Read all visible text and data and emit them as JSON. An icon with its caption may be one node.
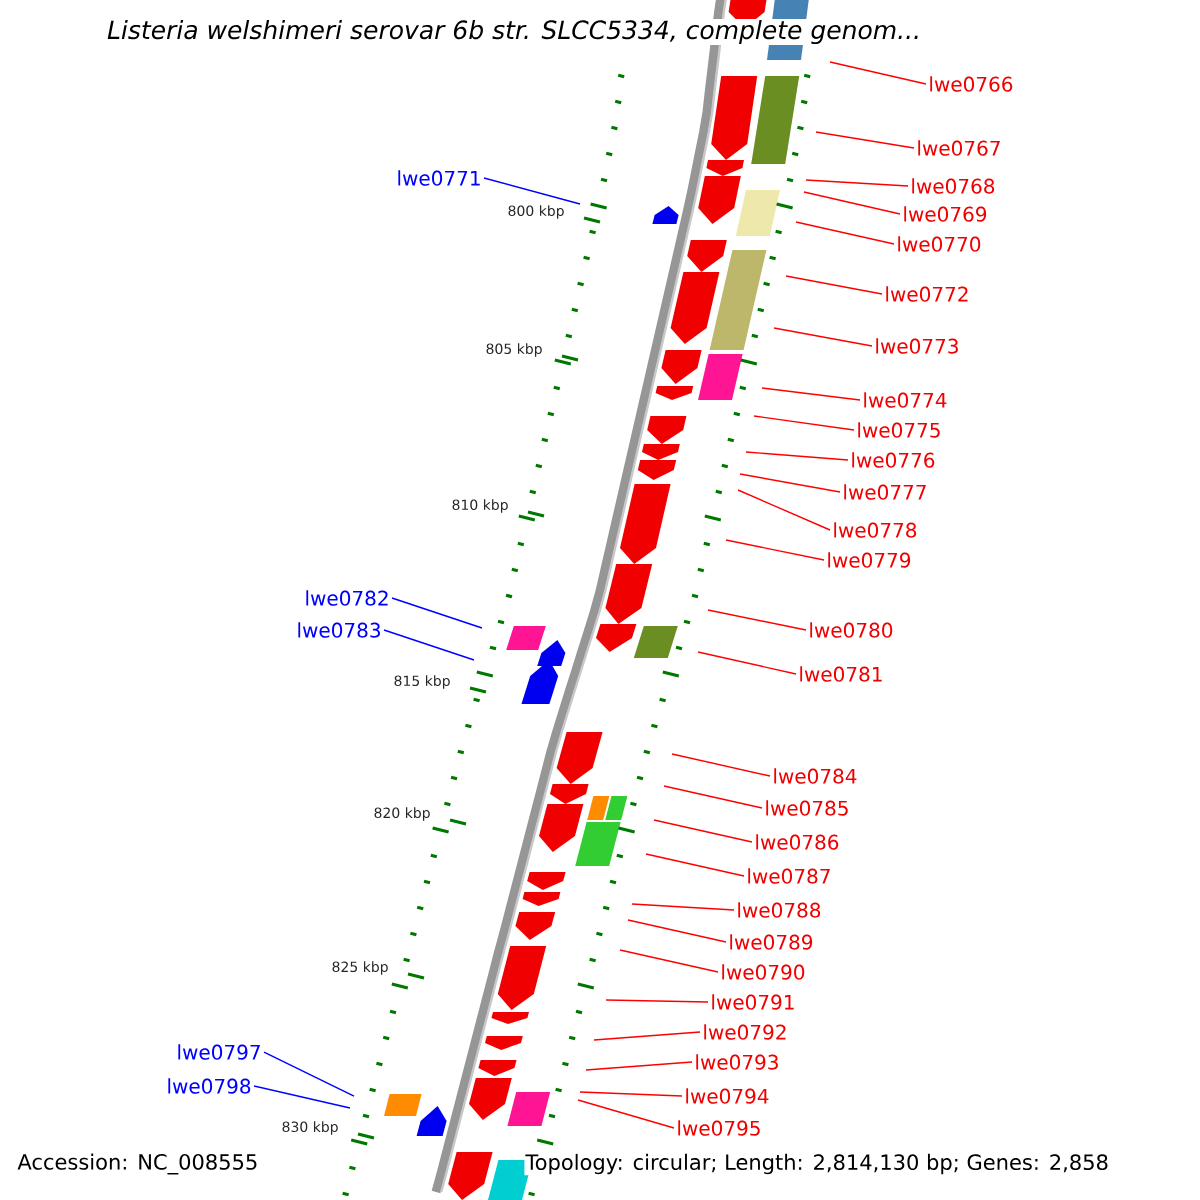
{
  "diagram": {
    "title": "Listeria welshimeri serovar 6b str. SLCC5334, complete genom...",
    "nodes": [
      {
        "text": [
          "lwe0766"
        ]
      },
      {
        "text": [
          "lwe0767"
        ]
      },
      {
        "text": [
          "lwe0771"
        ]
      },
      {
        "text": [
          "lwe0768"
        ]
      },
      {
        "text": [
          "lwe0769"
        ]
      },
      {
        "text": [
          "lwe0770"
        ]
      },
      {
        "text": [
          "lwe0772"
        ]
      },
      {
        "text": [
          "lwe0773"
        ]
      },
      {
        "text": [
          "lwe0774"
        ]
      },
      {
        "text": [
          "lwe0775"
        ]
      },
      {
        "text": [
          "lwe0776"
        ]
      },
      {
        "text": [
          "lwe0777"
        ]
      },
      {
        "text": [
          "lwe0778"
        ]
      },
      {
        "text": [
          "lwe0779"
        ]
      },
      {
        "text": [
          "lwe0782"
        ]
      },
      {
        "text": [
          "lwe0783"
        ]
      },
      {
        "text": [
          "lwe0780"
        ]
      },
      {
        "text": [
          "lwe0781"
        ]
      },
      {
        "text": [
          "lwe0784"
        ]
      },
      {
        "text": [
          "lwe0785"
        ]
      },
      {
        "text": [
          "lwe0786"
        ]
      },
      {
        "text": [
          "lwe0787"
        ]
      },
      {
        "text": [
          "lwe0788"
        ]
      },
      {
        "text": [
          "lwe0789"
        ]
      },
      {
        "text": [
          "lwe0790"
        ]
      },
      {
        "text": [
          "lwe0791"
        ]
      },
      {
        "text": [
          "lwe0792"
        ]
      },
      {
        "text": [
          "lwe0797"
        ]
      },
      {
        "text": [
          "lwe0793"
        ]
      },
      {
        "text": [
          "lwe0798"
        ]
      },
      {
        "text": [
          "lwe0794"
        ]
      },
      {
        "text": [
          "lwe0795"
        ]
      }
    ],
    "edges": [
      {
        "from": 0,
        "to": null,
        "arrow": "none"
      },
      {
        "from": 1,
        "to": null,
        "arrow": "none"
      },
      {
        "from": 2,
        "to": null,
        "arrow": "none",
        "color": "#0000ff"
      },
      {
        "from": 3,
        "to": null,
        "arrow": "none"
      },
      {
        "from": 4,
        "to": null,
        "arrow": "none"
      },
      {
        "from": 5,
        "to": null,
        "arrow": "none"
      },
      {
        "from": 6,
        "to": null,
        "arrow": "none"
      },
      {
        "from": 7,
        "to": null,
        "arrow": "none"
      },
      {
        "from": 8,
        "to": null,
        "arrow": "none"
      },
      {
        "from": 9,
        "to": null,
        "arrow": "none"
      },
      {
        "from": 10,
        "to": null,
        "arrow": "none"
      },
      {
        "from": 11,
        "to": null,
        "arrow": "none"
      },
      {
        "from": 12,
        "to": null,
        "arrow": "none"
      },
      {
        "from": 13,
        "to": null,
        "arrow": "none"
      },
      {
        "from": 14,
        "to": null,
        "arrow": "none",
        "color": "#0000ff"
      },
      {
        "from": 15,
        "to": null,
        "arrow": "none",
        "color": "#0000ff"
      },
      {
        "from": 16,
        "to": null,
        "arrow": "none"
      },
      {
        "from": 17,
        "to": null,
        "arrow": "none"
      },
      {
        "from": 18,
        "to": null,
        "arrow": "none"
      },
      {
        "from": 19,
        "to": null,
        "arrow": "none"
      },
      {
        "from": 20,
        "to": null,
        "arrow": "none"
      },
      {
        "from": 21,
        "to": null,
        "arrow": "none"
      },
      {
        "from": 22,
        "to": null,
        "arrow": "none"
      },
      {
        "from": 23,
        "to": null,
        "arrow": "none"
      },
      {
        "from": 24,
        "to": null,
        "arrow": "none"
      },
      {
        "from": 25,
        "to": null,
        "arrow": "none"
      },
      {
        "from": 26,
        "to": null,
        "arrow": "none"
      },
      {
        "from": 27,
        "to": null,
        "arrow": "none",
        "color": "#0000ff"
      },
      {
        "from": 28,
        "to": null,
        "arrow": "none"
      },
      {
        "from": 29,
        "to": null,
        "arrow": "none",
        "color": "#0000ff"
      },
      {
        "from": 30,
        "to": null,
        "arrow": "none"
      },
      {
        "from": 31,
        "to": null,
        "arrow": "none"
      }
    ],
    "labels": [
      "800 kbp",
      "805 kbp",
      "810 kbp",
      "815 kbp",
      "820 kbp",
      "825 kbp",
      "830 kbp",
      "Accession: NC_008555",
      "Topology: circular; Length: 2,814,130 bp; Genes: 2,858"
    ]
  }
}
